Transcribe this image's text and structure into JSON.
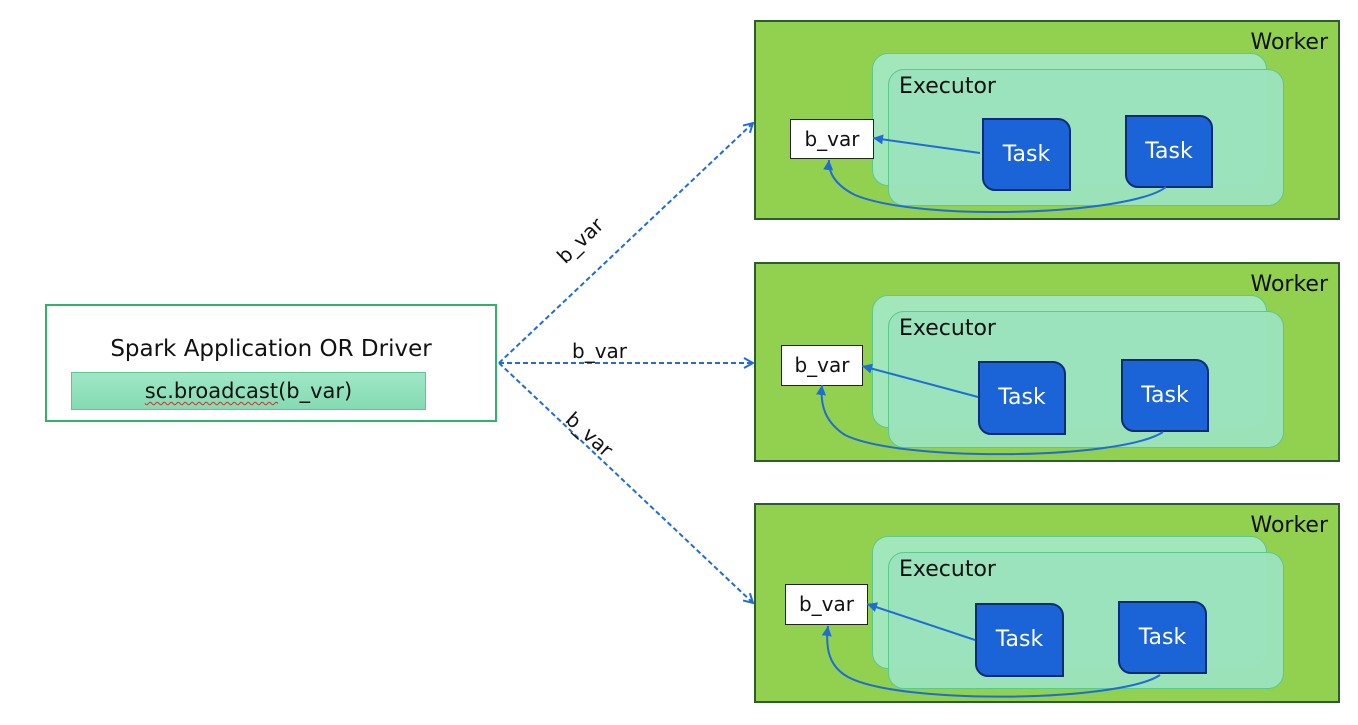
{
  "driver": {
    "title": "Spark Application OR Driver",
    "broadcast_call_underlined": "sc.broadcast",
    "broadcast_call_rest": "(b_var)"
  },
  "arrows": {
    "to_worker_1": "b_var",
    "to_worker_2": "b_var",
    "to_worker_3": "b_var"
  },
  "workers": [
    {
      "label": "Worker",
      "executor_label": "Executor",
      "variable": "b_var",
      "task_1": "Task",
      "task_2": "Task"
    },
    {
      "label": "Worker",
      "executor_label": "Executor",
      "variable": "b_var",
      "task_1": "Task",
      "task_2": "Task"
    },
    {
      "label": "Worker",
      "executor_label": "Executor",
      "variable": "b_var",
      "task_1": "Task",
      "task_2": "Task"
    }
  ],
  "colors": {
    "worker_fill": "#92d050",
    "executor_fill": "#9be2bc",
    "task_fill": "#1a64d8",
    "broadcast_arrow": "#1f6cd4",
    "driver_border": "#2fb36a"
  }
}
